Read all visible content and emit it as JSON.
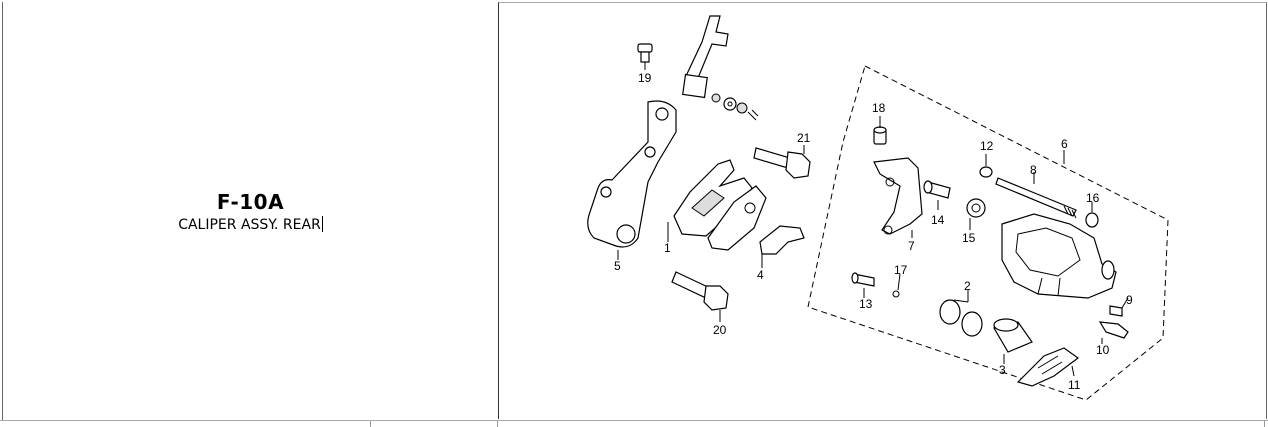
{
  "part": {
    "code": "F-10A",
    "description": "CALIPER ASSY. REAR"
  },
  "diagram": {
    "callouts": [
      "1",
      "2",
      "3",
      "4",
      "5",
      "6",
      "7",
      "8",
      "9",
      "10",
      "11",
      "12",
      "13",
      "14",
      "15",
      "16",
      "17",
      "18",
      "19",
      "20",
      "21"
    ]
  }
}
